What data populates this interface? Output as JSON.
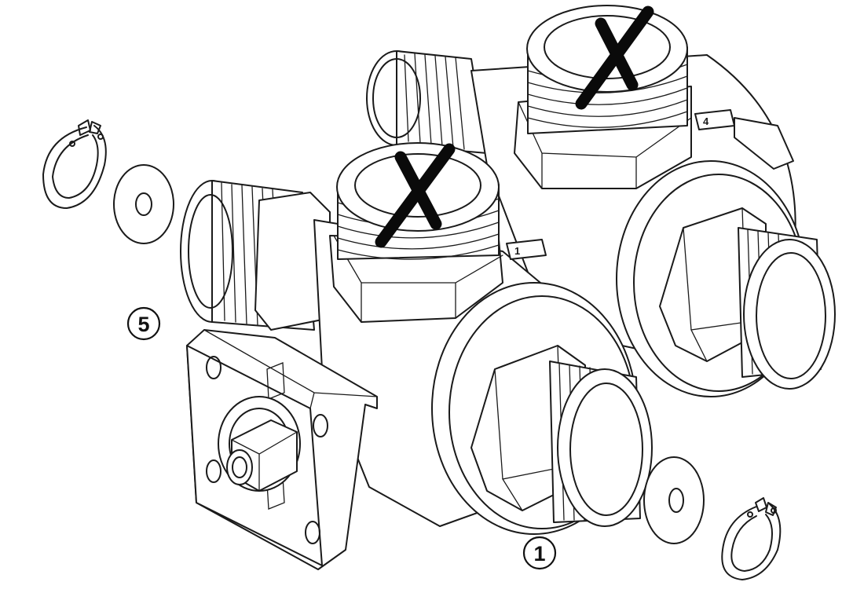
{
  "callouts": [
    {
      "id": "callout-1",
      "label": "1"
    },
    {
      "id": "callout-5",
      "label": "5"
    }
  ],
  "port_markings": [
    {
      "id": "port-mark-4",
      "label": "4"
    },
    {
      "id": "port-mark-1",
      "label": "1"
    }
  ],
  "colors": {
    "ink": "#1a1a1a",
    "background": "#ffffff",
    "cross_mark": "#0a0a0a"
  }
}
